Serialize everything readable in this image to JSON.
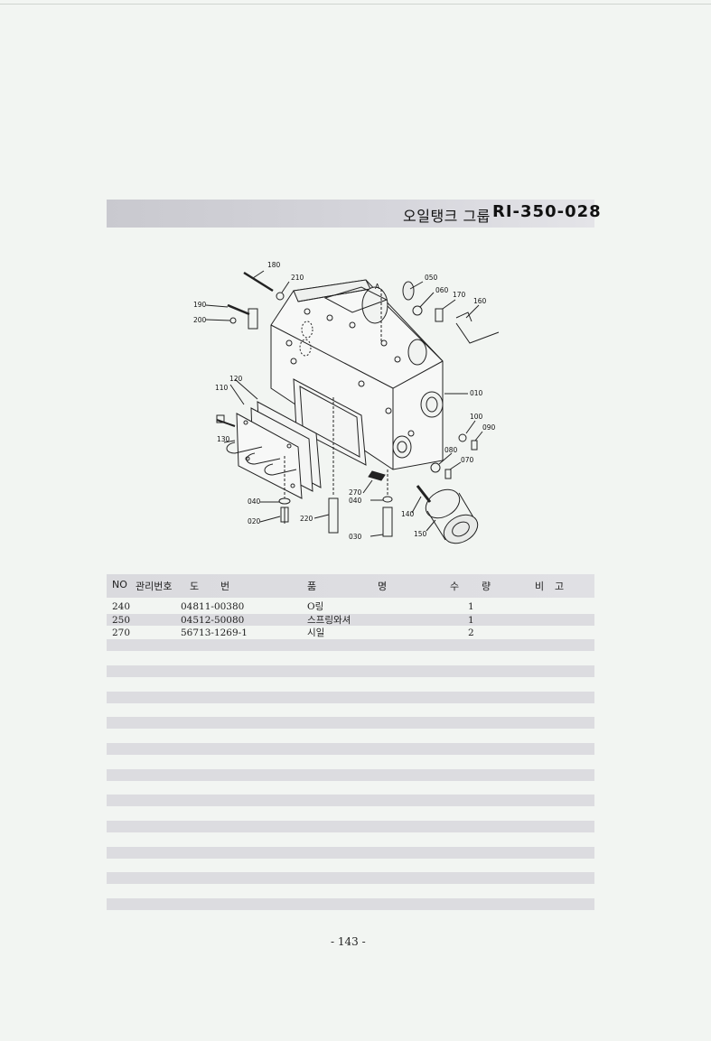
{
  "header": {
    "title": "오일탱크 그룹",
    "code": "RI-350-028"
  },
  "diagram": {
    "labels": [
      "180",
      "210",
      "190",
      "200",
      "050",
      "060",
      "170",
      "160",
      "A",
      "120",
      "110",
      "010",
      "100",
      "090",
      "130",
      "080",
      "070",
      "270",
      "040",
      "040",
      "020",
      "220",
      "140",
      "030",
      "150"
    ]
  },
  "table": {
    "headers": [
      "NO",
      "관리번호",
      "도",
      "번",
      "품",
      "명",
      "수",
      "량",
      "비",
      "고"
    ],
    "rows": [
      {
        "no": "240",
        "part": "04811-00380",
        "name": "O링",
        "qty": "1"
      },
      {
        "no": "250",
        "part": "04512-50080",
        "name": "스프링와셔",
        "qty": "1"
      },
      {
        "no": "270",
        "part": "56713-1269-1",
        "name": "시일",
        "qty": "2"
      }
    ]
  },
  "page": {
    "number": "- 143 -"
  }
}
